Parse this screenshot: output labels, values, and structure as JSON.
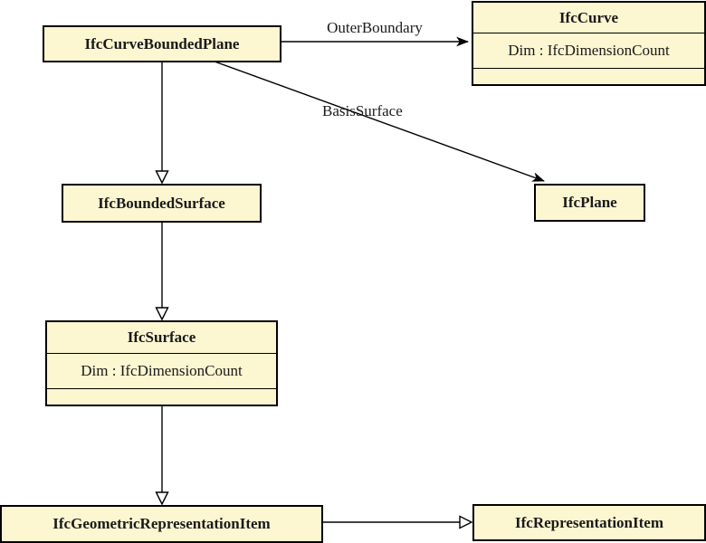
{
  "colors": {
    "box_fill": "#fcf6d1",
    "box_border": "#000000",
    "line": "#000000",
    "text": "#1a1a1a"
  },
  "classes": {
    "curve_bounded_plane": {
      "name": "IfcCurveBoundedPlane",
      "attributes": []
    },
    "curve": {
      "name": "IfcCurve",
      "attributes": [
        "Dim : IfcDimensionCount"
      ]
    },
    "bounded_surface": {
      "name": "IfcBoundedSurface",
      "attributes": []
    },
    "plane": {
      "name": "IfcPlane",
      "attributes": []
    },
    "surface": {
      "name": "IfcSurface",
      "attributes": [
        "Dim : IfcDimensionCount"
      ]
    },
    "geometric_representation_item": {
      "name": "IfcGeometricRepresentationItem",
      "attributes": []
    },
    "representation_item": {
      "name": "IfcRepresentationItem",
      "attributes": []
    }
  },
  "relationships": [
    {
      "from": "IfcCurveBoundedPlane",
      "to": "IfcCurve",
      "label": "OuterBoundary",
      "type": "association"
    },
    {
      "from": "IfcCurveBoundedPlane",
      "to": "IfcPlane",
      "label": "BasisSurface",
      "type": "association"
    },
    {
      "from": "IfcCurveBoundedPlane",
      "to": "IfcBoundedSurface",
      "label": "",
      "type": "generalization"
    },
    {
      "from": "IfcBoundedSurface",
      "to": "IfcSurface",
      "label": "",
      "type": "generalization"
    },
    {
      "from": "IfcSurface",
      "to": "IfcGeometricRepresentationItem",
      "label": "",
      "type": "generalization"
    },
    {
      "from": "IfcGeometricRepresentationItem",
      "to": "IfcRepresentationItem",
      "label": "",
      "type": "generalization"
    }
  ]
}
